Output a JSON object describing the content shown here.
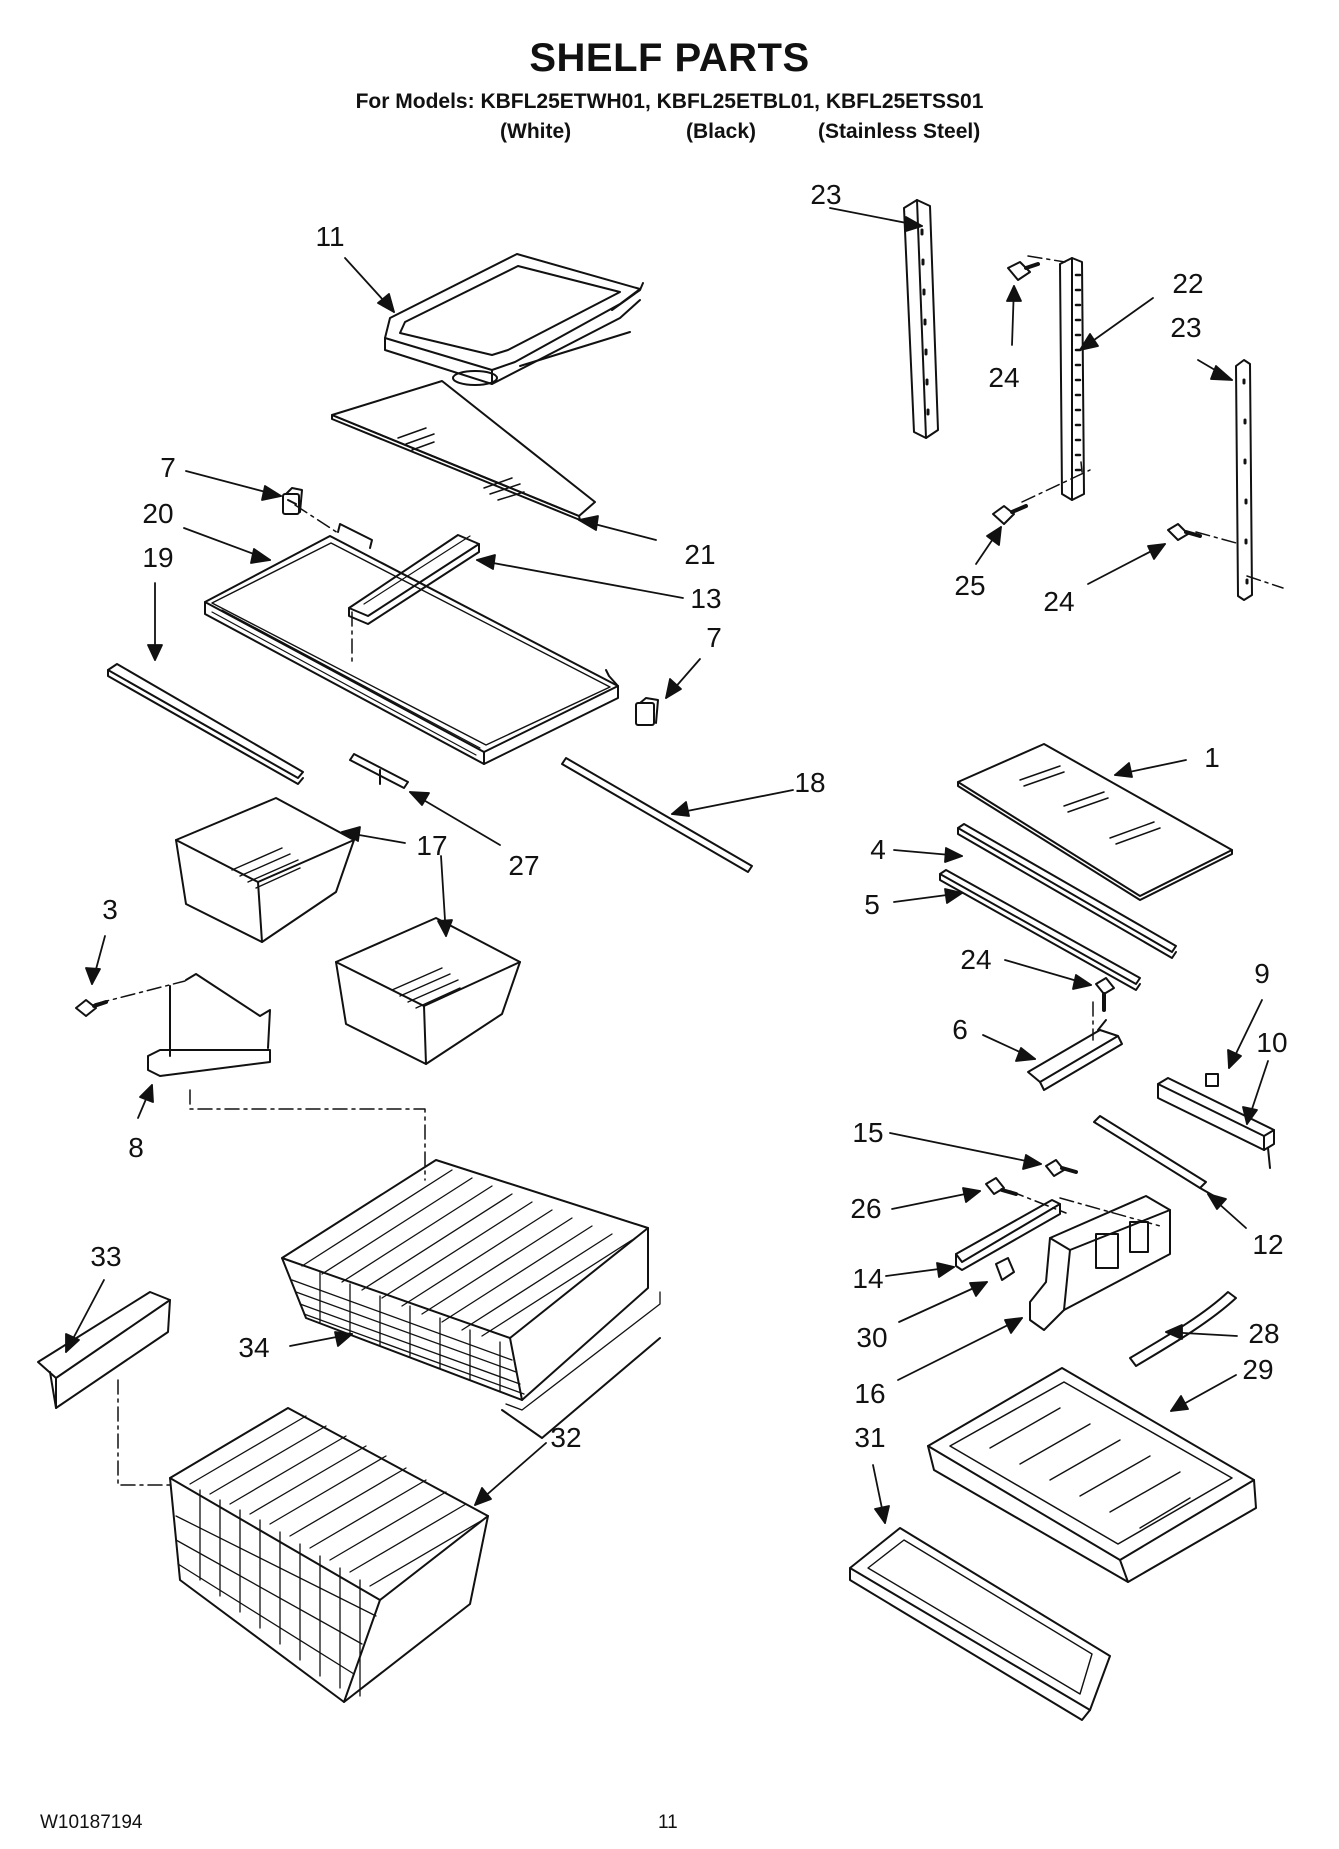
{
  "header": {
    "title": "SHELF PARTS",
    "subtitle": "For Models: KBFL25ETWH01, KBFL25ETBL01, KBFL25ETSS01",
    "variants": [
      "(White)",
      "(Black)",
      "(Stainless Steel)"
    ]
  },
  "callouts": {
    "c23a": "23",
    "c11": "11",
    "c24a": "24",
    "c22": "22",
    "c23b": "23",
    "c7a": "7",
    "c20": "20",
    "c21": "21",
    "c19": "19",
    "c13": "13",
    "c25": "25",
    "c24b": "24",
    "c7b": "7",
    "c18": "18",
    "c1": "1",
    "c27": "27",
    "c17": "17",
    "c4": "4",
    "c5": "5",
    "c3": "3",
    "c24c": "24",
    "c9": "9",
    "c6": "6",
    "c10": "10",
    "c8": "8",
    "c15": "15",
    "c26": "26",
    "c12": "12",
    "c14": "14",
    "c33": "33",
    "c30": "30",
    "c34": "34",
    "c28": "28",
    "c16": "16",
    "c29": "29",
    "c32": "32",
    "c31": "31"
  },
  "footer": {
    "doc_number": "W10187194",
    "page_number": "11"
  }
}
